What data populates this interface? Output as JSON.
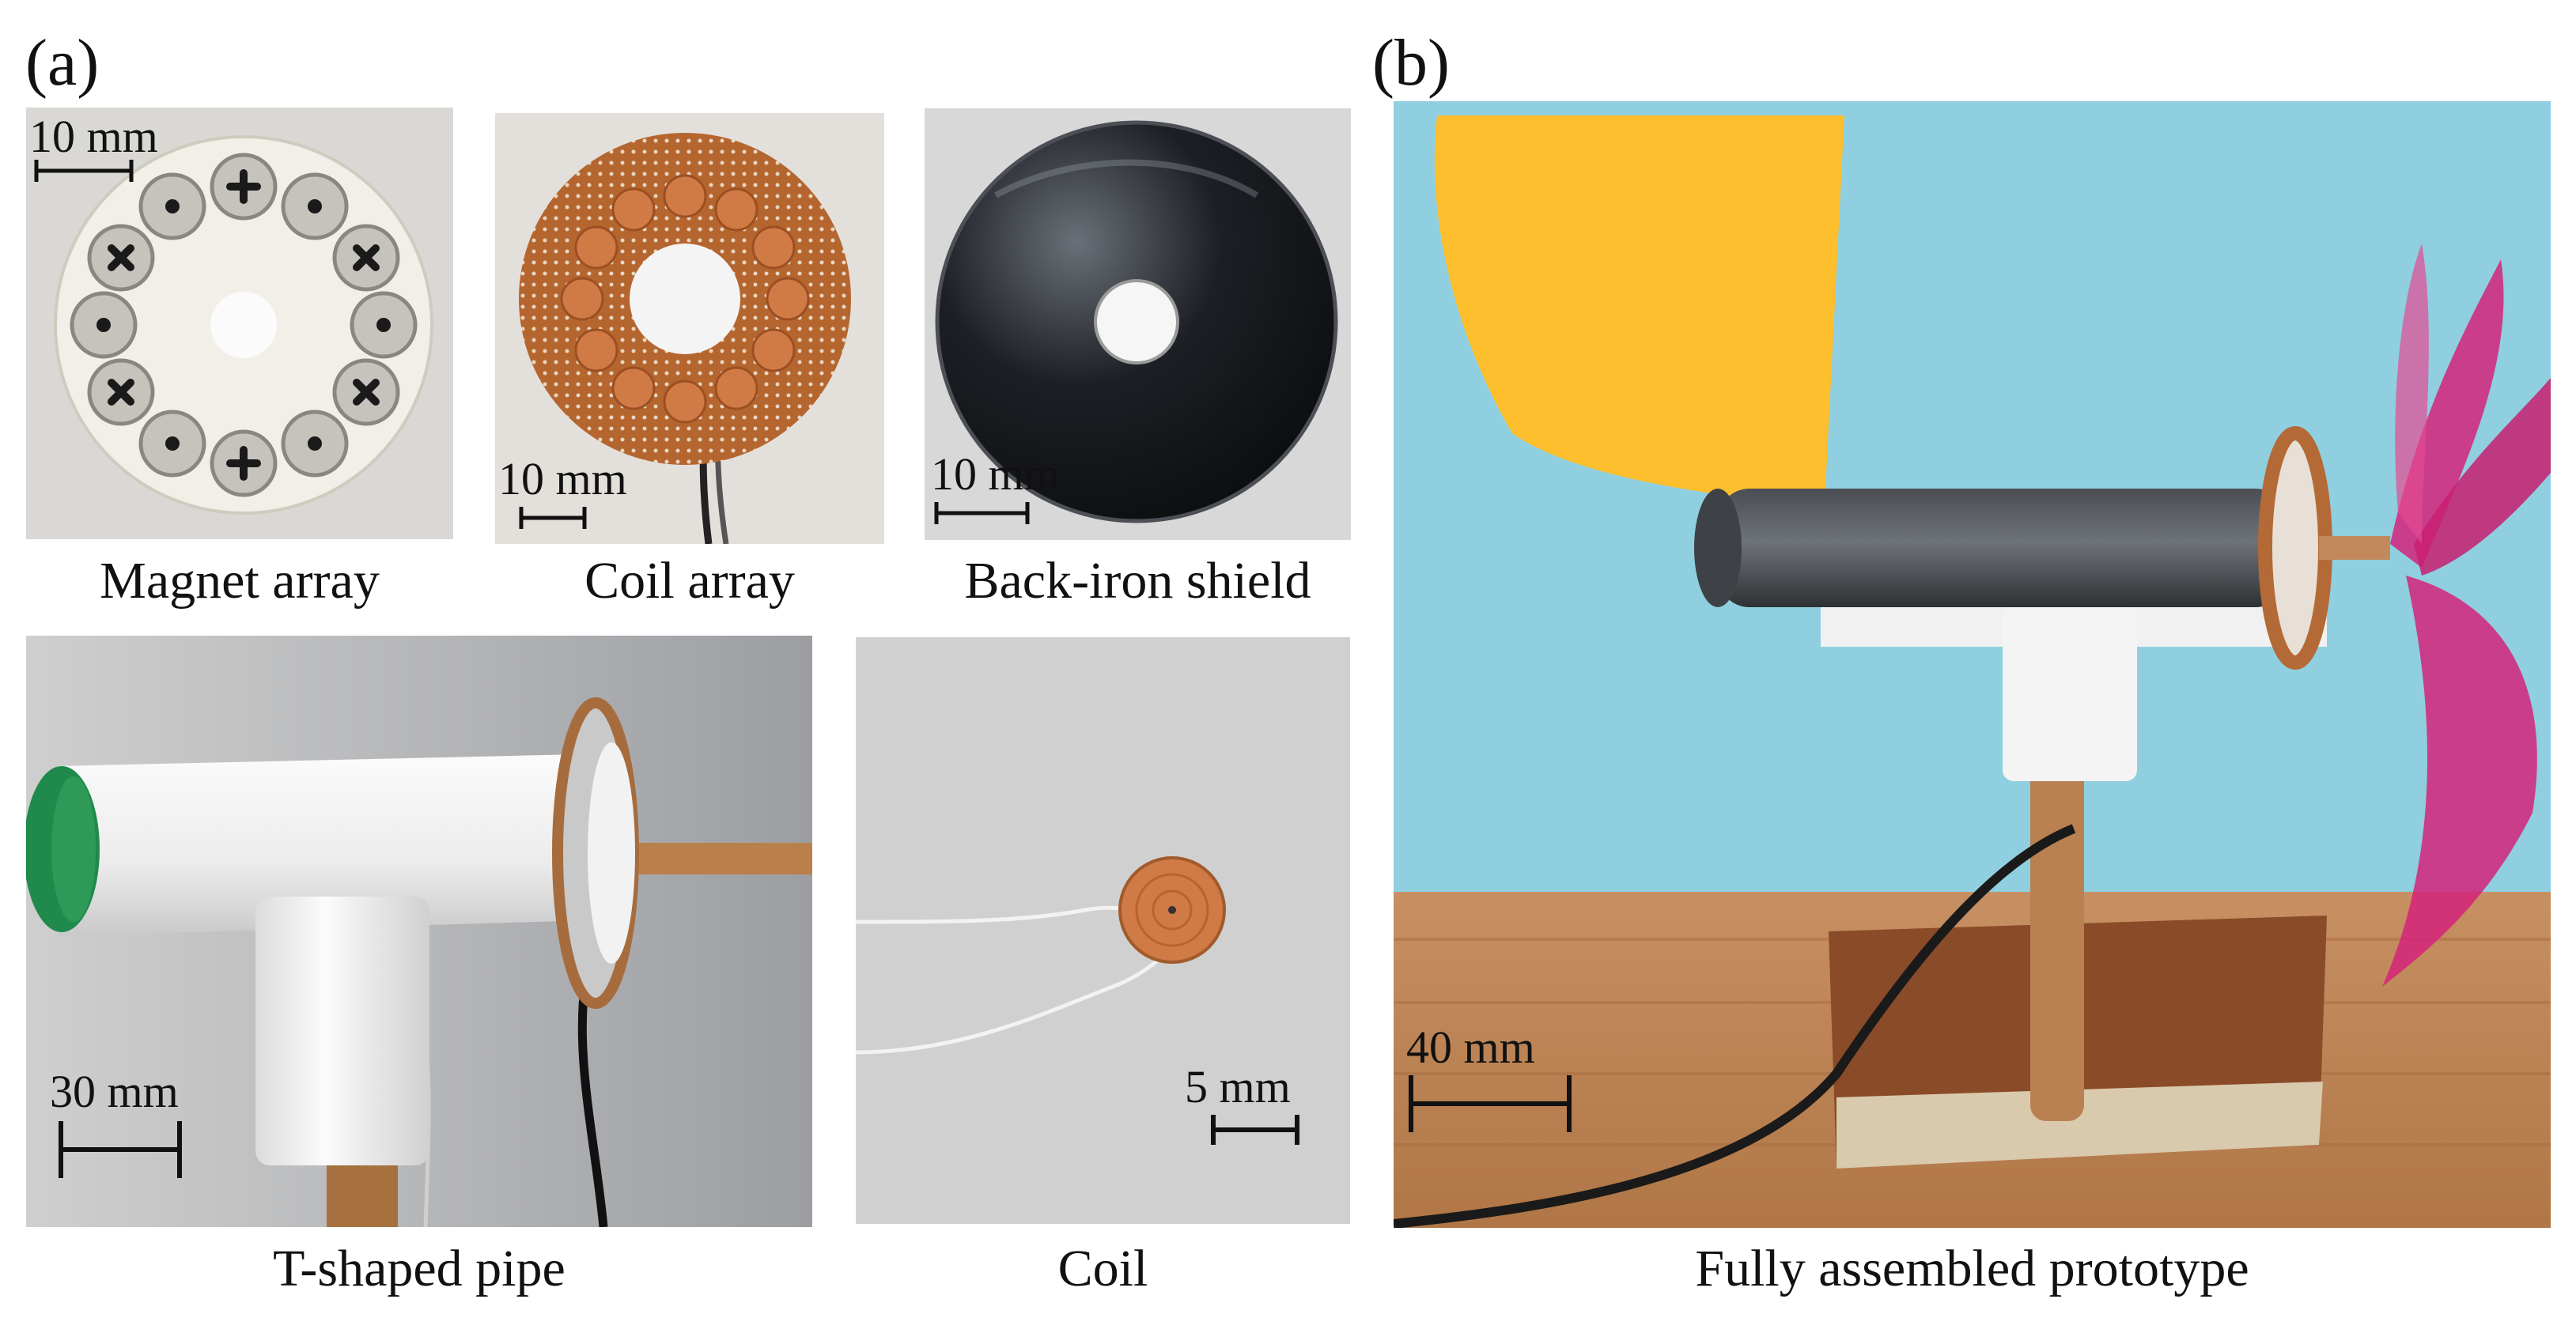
{
  "panels": {
    "a": {
      "label": "(a)"
    },
    "b": {
      "label": "(b)"
    }
  },
  "photos": {
    "magnet_array": {
      "caption": "Magnet array",
      "scale": "10 mm"
    },
    "coil_array": {
      "caption": "Coil array",
      "scale": "10 mm"
    },
    "back_iron": {
      "caption": "Back-iron shield",
      "scale": "10 mm"
    },
    "t_pipe": {
      "caption": "T-shaped pipe",
      "scale": "30 mm"
    },
    "coil": {
      "caption": "Coil",
      "scale": "5 mm"
    },
    "prototype": {
      "caption": "Fully assembled prototype",
      "scale": "40 mm"
    }
  },
  "colors": {
    "copper": "#d07a45",
    "pcb": "#b5662f",
    "sky": "#8fcfe0",
    "yellow": "#fdbf2d",
    "pink": "#d4237a",
    "wood": "#b77c52"
  }
}
